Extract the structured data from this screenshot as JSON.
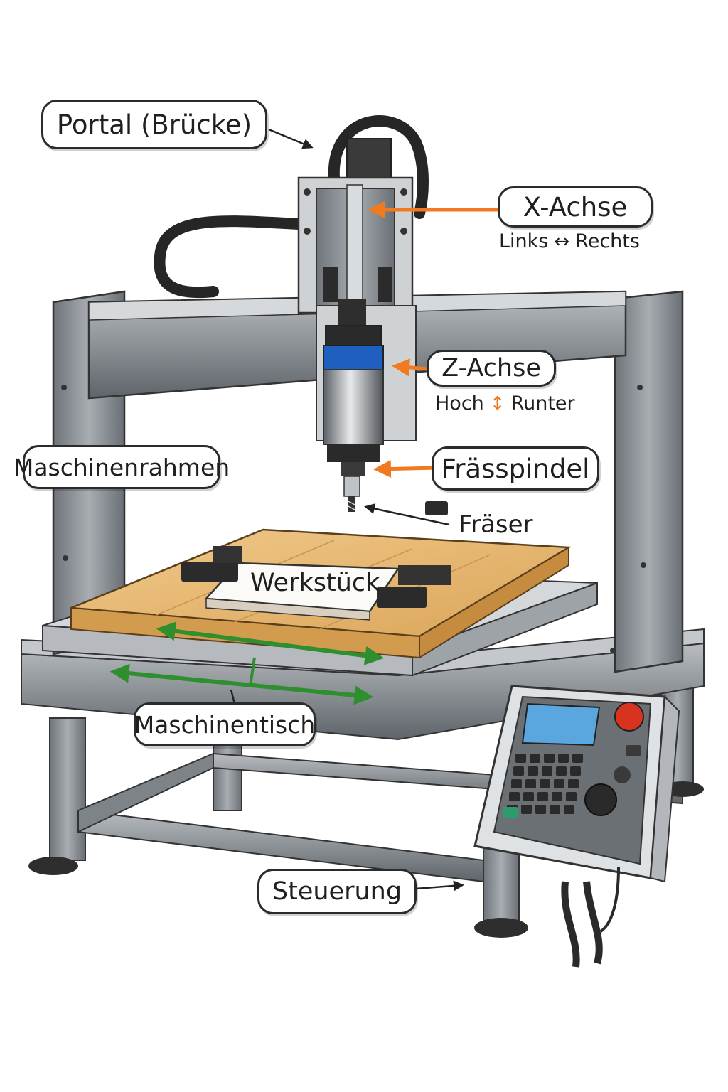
{
  "labels": {
    "portal": "Portal (Brücke)",
    "x_axis": "X-Achse",
    "x_left": "Links",
    "x_right": "Rechts",
    "z_axis": "Z-Achse",
    "z_up": "Hoch",
    "z_down": "Runter",
    "frame": "Maschinenrahmen",
    "spindle": "Frässpindel",
    "cutter": "Fräser",
    "workpiece": "Werkstück",
    "table": "Maschinentisch",
    "control": "Steuerung"
  },
  "colors": {
    "x_arrow": "#ef7a1f",
    "z_arrow": "#ef7a1f",
    "y_arrow": "#2f8f2f",
    "frame_steel": "#8e9398",
    "wood": "#e7b56b",
    "spindle_band": "#1f5fbf",
    "control_screen": "#5aa7df",
    "emergency_stop": "#d8331f",
    "start_button": "#2f9a6a"
  },
  "icons": {
    "x_direction": "left-right-arrow-icon",
    "z_direction": "up-down-arrow-icon"
  }
}
